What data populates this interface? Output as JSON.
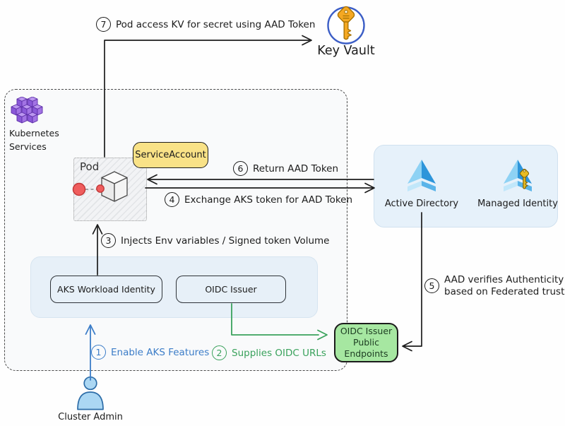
{
  "key_vault": {
    "label": "Key Vault"
  },
  "kubernetes": {
    "label_line1": "Kubernetes",
    "label_line2": "Services"
  },
  "pod": {
    "label": "Pod"
  },
  "service_account": {
    "label": "ServiceAccount"
  },
  "aks_panel": {
    "workload_identity_label": "AKS Workload Identity",
    "oidc_issuer_label": "OIDC Issuer"
  },
  "azure_panel": {
    "active_directory_label": "Active Directory",
    "managed_identity_label": "Managed Identity"
  },
  "oidc_public_endpoints": {
    "line1": "OIDC Issuer",
    "line2": "Public",
    "line3": "Endpoints"
  },
  "cluster_admin": {
    "label": "Cluster Admin"
  },
  "steps": [
    {
      "num": "1",
      "text": "Enable AKS Features"
    },
    {
      "num": "2",
      "text": "Supplies OIDC URLs"
    },
    {
      "num": "3",
      "text": "Injects Env variables / Signed token Volume"
    },
    {
      "num": "4",
      "text": "Exchange AKS token for AAD Token"
    },
    {
      "num": "5",
      "line1": "AAD verifies Authenticity",
      "line2": "based on Federated trust"
    },
    {
      "num": "6",
      "text": "Return AAD Token"
    },
    {
      "num": "7",
      "text": "Pod access KV for secret using AAD Token"
    }
  ],
  "colors": {
    "black_line": "#1c1c1c",
    "blue_accent": "#3c7dc8",
    "green_accent": "#3aa25c",
    "yellow_node": "#f9e287",
    "green_node": "#a6e7a1",
    "light_blue_panel": "#e7f0f8",
    "purple_icon": "#8a58d8",
    "red_dot": "#ef5d5d",
    "key_gold": "#f5a822",
    "pyramid_blue_light": "#8ed2f4",
    "pyramid_blue_dark": "#2d95da",
    "person_blue": "#abd7f3"
  }
}
